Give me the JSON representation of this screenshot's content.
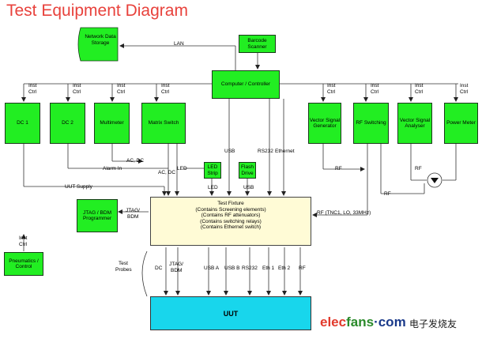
{
  "title": "Test Equipment Diagram",
  "boxes": {
    "network_storage": "Network Data Storage",
    "barcode": "Barcode Scanner",
    "computer": "Computer / Controller",
    "dc1": "DC 1",
    "dc2": "DC 2",
    "multimeter": "Multimeter",
    "matrix": "Matrix Switch",
    "vsg": "Vector Signal Generator",
    "rf_switching": "RF Switching",
    "vsa": "Vector Signal Analyser",
    "power_meter": "Power Meter",
    "led_strip": "LED Strip",
    "flash_drive": "Flash Drive",
    "jtag_prog": "JTAG / BDM Programmer",
    "pneumatics": "Pneumatics / Control"
  },
  "fixture": {
    "line1": "Test Fixture",
    "line2": "(Contains Screening elements)",
    "line3": "(Contains RF attenuators)",
    "line4": "(Contains switching relays)",
    "line5": "(Contains Ethernet switch)"
  },
  "uut": "UUT",
  "labels": {
    "lan": "LAN",
    "inst": "Inst",
    "ctrl": "Ctrl",
    "usb": "USB",
    "rs232": "RS232",
    "ethernet": "Ethernet",
    "ac_dc": "AC, DC",
    "alarm_in": "Alarm In",
    "led": "LED",
    "uut_supply": "UUT Supply",
    "jtag": "JTAG/",
    "bdm": "BDM",
    "rf": "RF",
    "rf_tnc": "RF (TNC1, LO, 33MHz)",
    "test": "Test",
    "probes": "Probes",
    "dc": "DC",
    "usb_a": "USB A",
    "usb_b": "USB B",
    "eth1": "Eth 1",
    "eth2": "Eth 2"
  },
  "logo": {
    "part1": "elec",
    "part2": "fans",
    "part3": "·com",
    "cn": "电子发烧友"
  },
  "colors": {
    "box_green": "#22ee22",
    "fixture_fill": "#fffbd6",
    "uut_fill": "#18d6ec",
    "title_red": "#e8423c"
  }
}
